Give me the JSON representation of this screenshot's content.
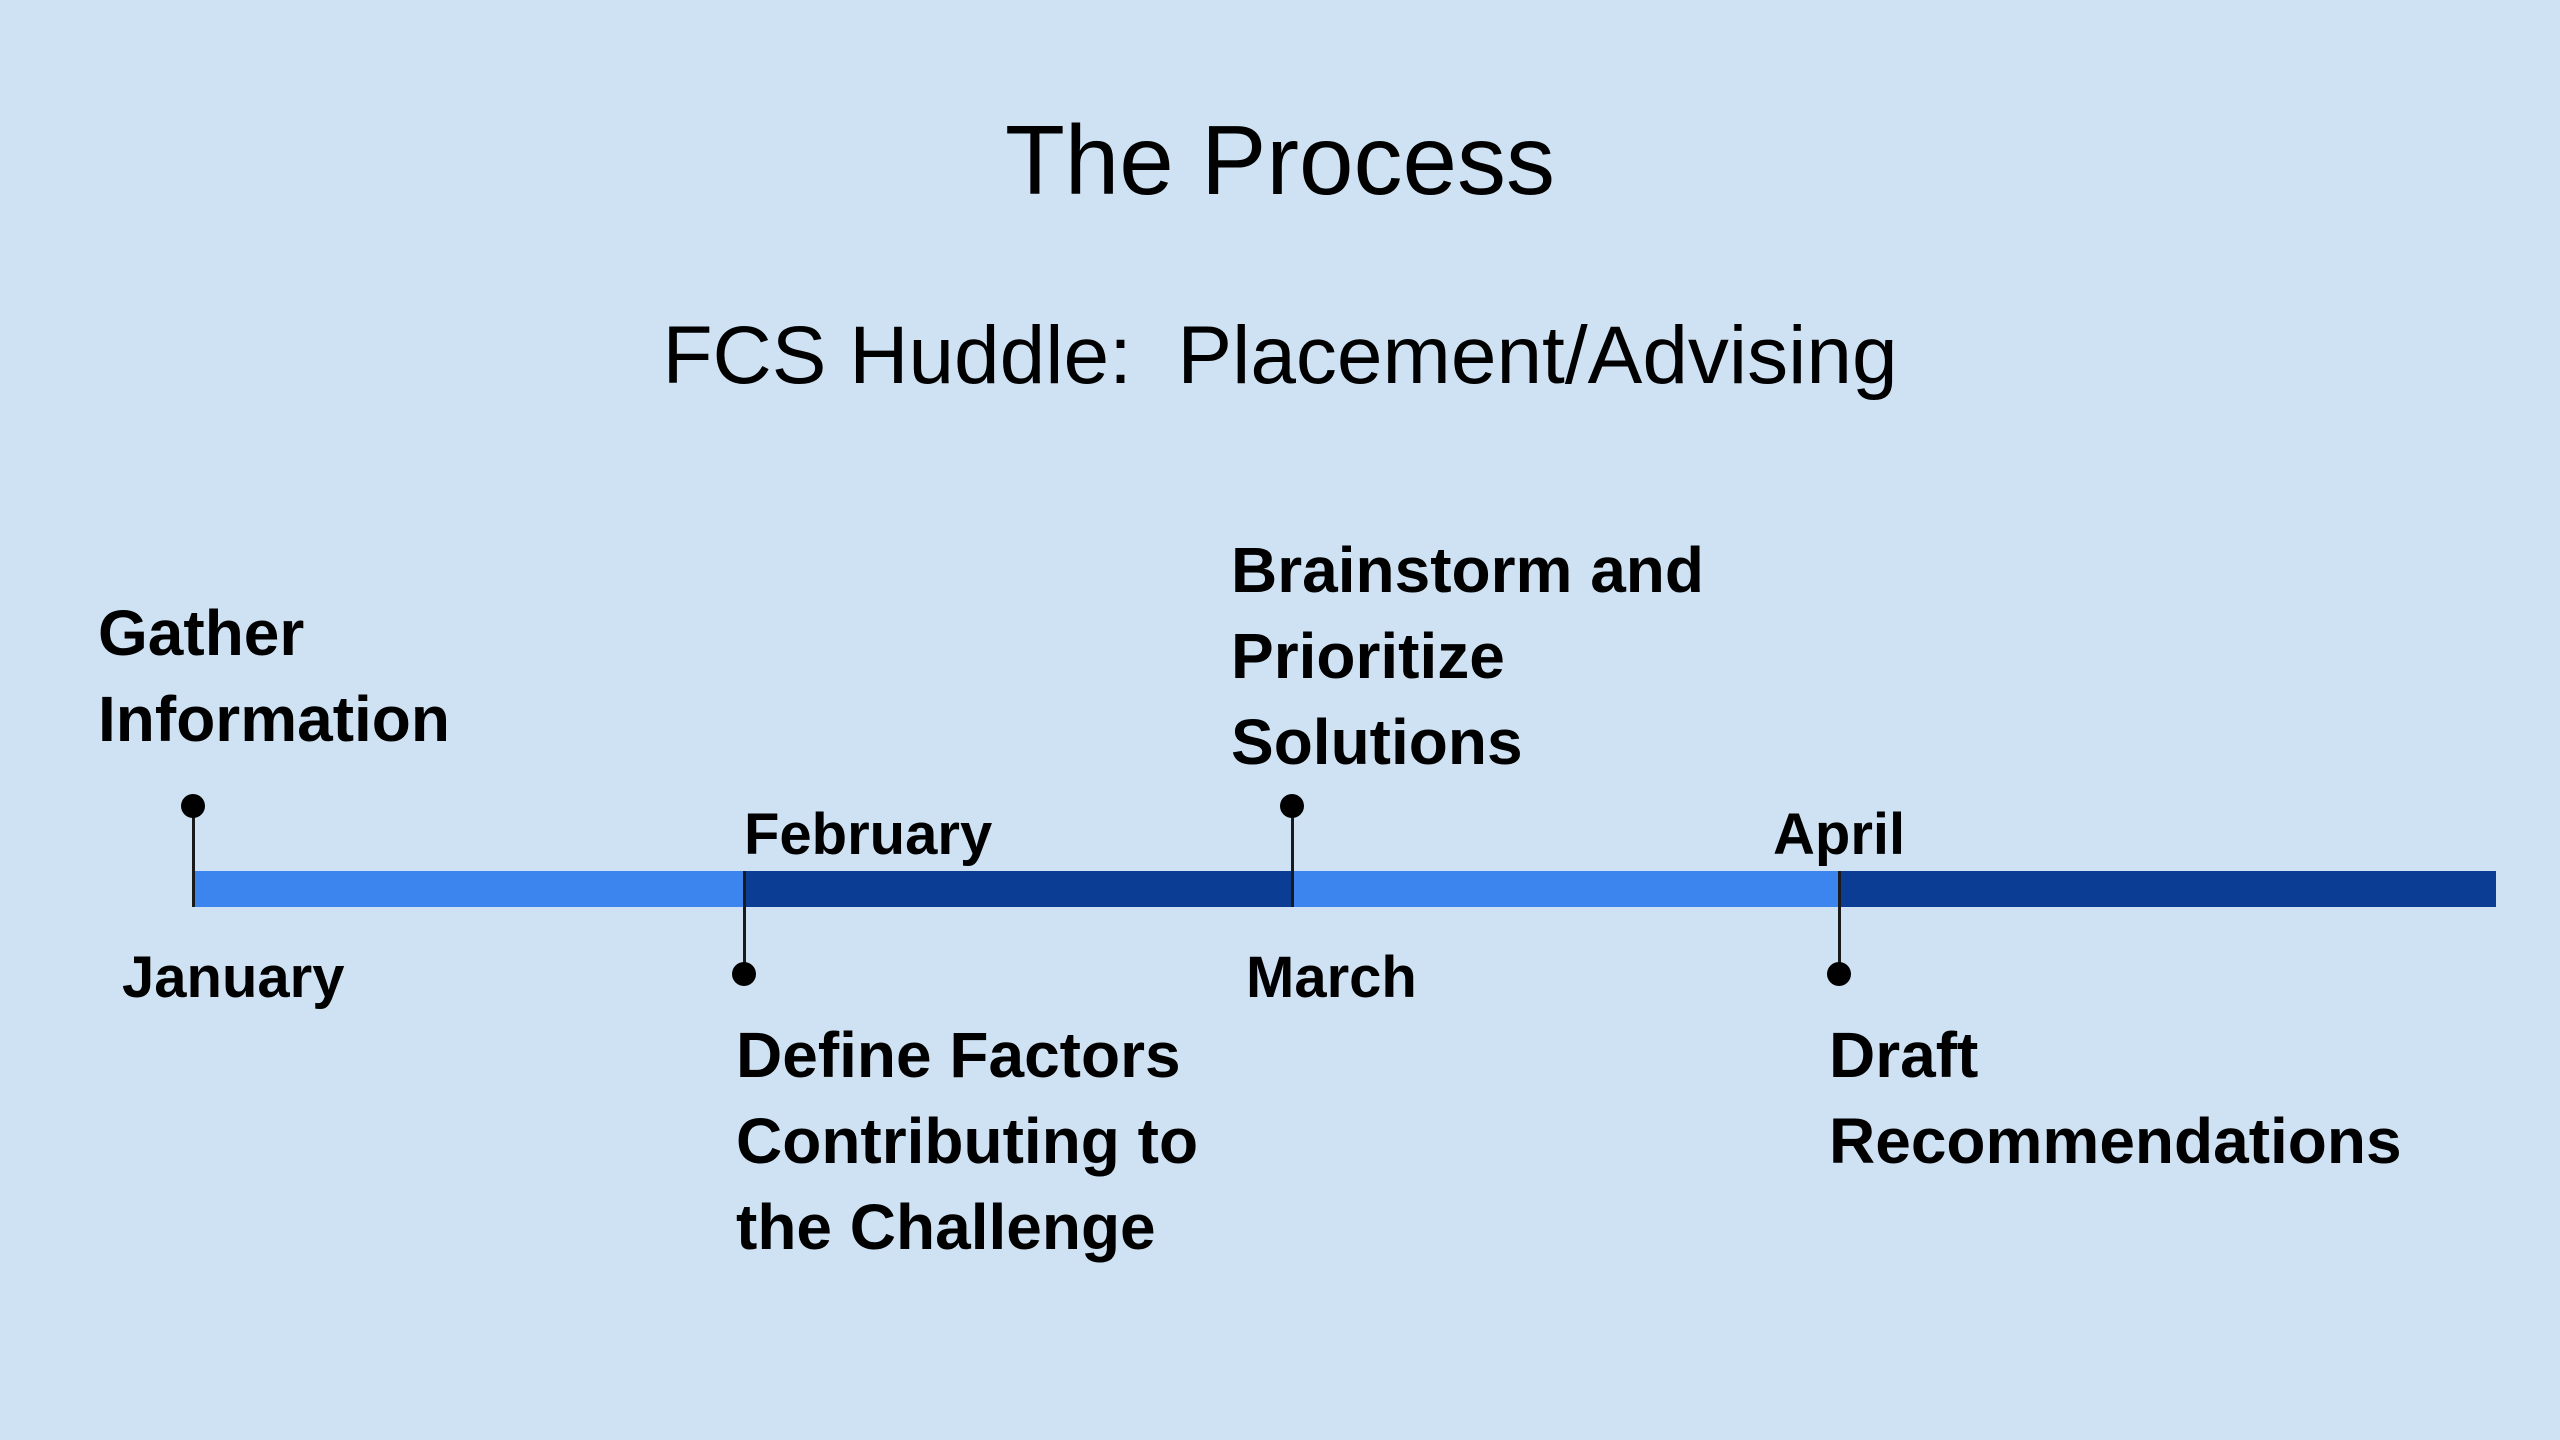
{
  "slide": {
    "title": "The Process",
    "subtitle": "FCS Huddle:  Placement/Advising"
  },
  "timeline": {
    "colors": {
      "background": "#cfe2f3",
      "segment_light": "#3c85ee",
      "segment_dark": "#0b3d94",
      "marker": "#000000"
    },
    "months": [
      "January",
      "February",
      "March",
      "April"
    ],
    "milestones": [
      {
        "label": "Gather\nInformation",
        "month": "January"
      },
      {
        "label": "Define Factors\nContributing to\nthe Challenge",
        "month": "February"
      },
      {
        "label": "Brainstorm and\nPrioritize\nSolutions",
        "month": "March"
      },
      {
        "label": "Draft\nRecommendations",
        "month": "April"
      }
    ]
  }
}
